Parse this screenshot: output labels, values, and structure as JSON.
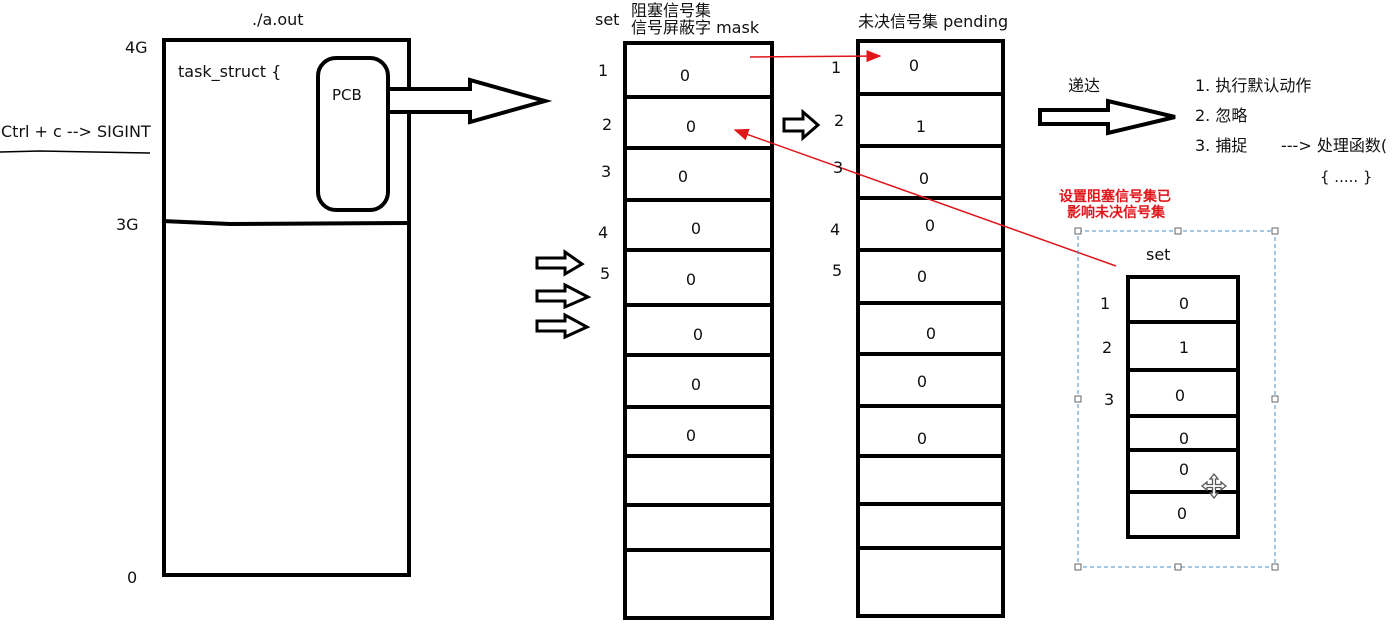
{
  "memory": {
    "title": "./a.out",
    "label_4g": "4G",
    "label_3g": "3G",
    "label_0": "0",
    "task_struct": "task_struct {",
    "pcb": "PCB",
    "ctrl_c": "Ctrl + c --> SIGINT"
  },
  "mask": {
    "header_set": "set",
    "header_line1": "阻塞信号集",
    "header_line2": "信号屏蔽字 mask",
    "row_numbers": [
      "1",
      "2",
      "3",
      "4",
      "5"
    ],
    "values": [
      "0",
      "0",
      "0",
      "0",
      "0",
      "0",
      "0",
      "0"
    ]
  },
  "pending": {
    "header": "未决信号集 pending",
    "row_numbers": [
      "1",
      "2",
      "3",
      "4",
      "5"
    ],
    "values": [
      "0",
      "1",
      "0",
      "0",
      "0",
      "0",
      "0",
      "0"
    ]
  },
  "delivery": {
    "label": "递达",
    "options": [
      "1. 执行默认动作",
      "2. 忽略",
      "3. 捕捉"
    ],
    "handler": "---> 处理函数(",
    "handler_body": "{ ..... }"
  },
  "annotation": {
    "line1": "设置阻塞信号集已",
    "line2": "影响未决信号集"
  },
  "inset": {
    "header": "set",
    "row_numbers": [
      "1",
      "2",
      "3"
    ],
    "values": [
      "0",
      "1",
      "0",
      "0",
      "0",
      "0"
    ]
  },
  "colors": {
    "stroke": "#000000",
    "annotation_red": "#e0161b",
    "selection_border": "#4a90c8"
  }
}
